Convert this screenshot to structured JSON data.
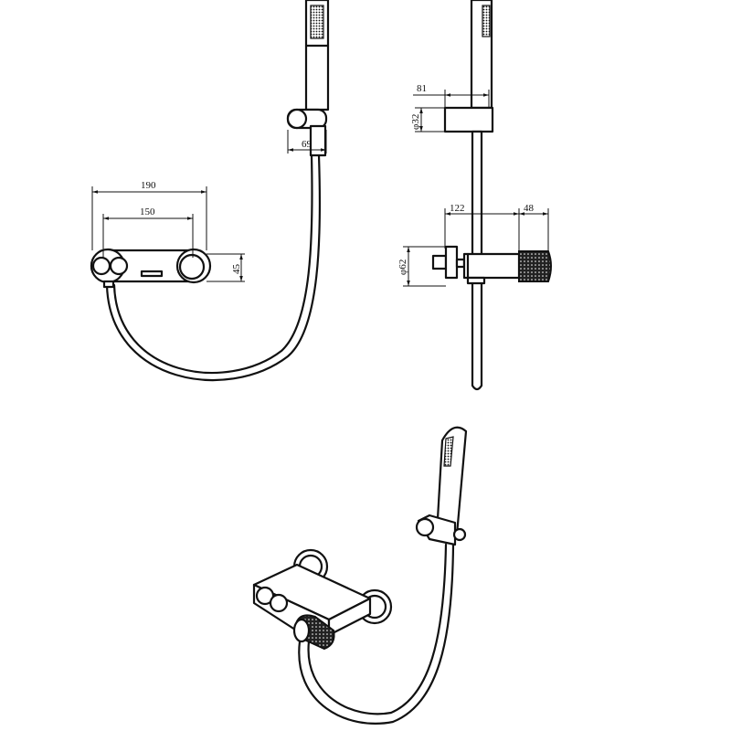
{
  "dimensions": {
    "front_overall_width": "190",
    "front_inlet_centres": "150",
    "front_body_height": "45",
    "holder_projection_front": "69",
    "holder_projection_side": "81",
    "holder_diameter": "φ32",
    "mixer_projection": "122",
    "handle_length": "48",
    "flange_diameter": "φ62"
  }
}
